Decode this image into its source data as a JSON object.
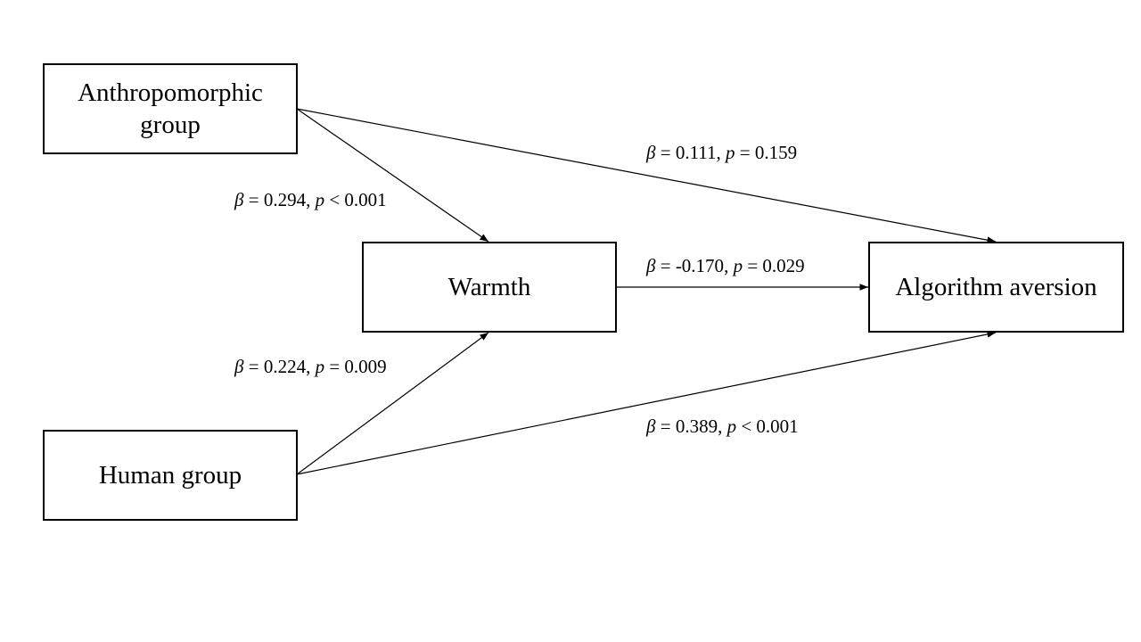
{
  "nodes": {
    "anthropomorphic": "Anthropomorphic\ngroup",
    "human": "Human group",
    "warmth": "Warmth",
    "aversion": "Algorithm aversion"
  },
  "edges": [
    {
      "from": "anthropomorphic",
      "to": "warmth",
      "beta": "0.294",
      "p_op": "<",
      "p": "0.001"
    },
    {
      "from": "human",
      "to": "warmth",
      "beta": "0.224",
      "p_op": "=",
      "p": "0.009"
    },
    {
      "from": "warmth",
      "to": "aversion",
      "beta": "-0.170",
      "p_op": "=",
      "p": "0.029"
    },
    {
      "from": "anthropomorphic",
      "to": "aversion",
      "beta": "0.111",
      "p_op": "=",
      "p": "0.159"
    },
    {
      "from": "human",
      "to": "aversion",
      "beta": "0.389",
      "p_op": "<",
      "p": "0.001"
    }
  ],
  "symbols": {
    "beta": "β",
    "p": "p"
  }
}
